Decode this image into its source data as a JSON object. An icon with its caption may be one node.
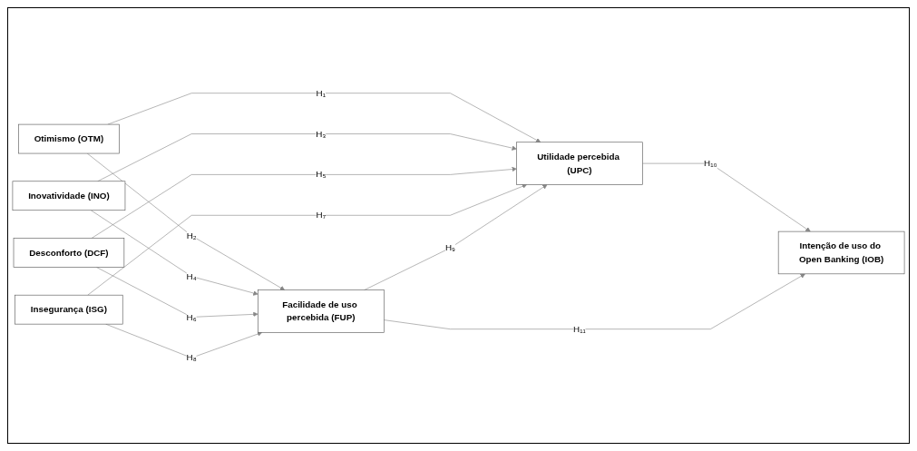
{
  "diagram": {
    "nodes": [
      {
        "text": [
          "Otimismo (OTM)"
        ]
      },
      {
        "text": [
          "Inovatividade (INO)"
        ]
      },
      {
        "text": [
          "Desconforto (DCF)"
        ]
      },
      {
        "text": [
          "Insegurança (ISG)"
        ]
      },
      {
        "text": [
          "Utilidade percebida (UPC)"
        ]
      },
      {
        "text": [
          "Facilidade de uso percebida (FUP)"
        ]
      },
      {
        "text": [
          "Intenção de uso do Open Banking (IOB)"
        ]
      }
    ],
    "edges": [
      {
        "from": 0,
        "to": 4,
        "arrow": "to",
        "label": "H₁"
      },
      {
        "from": 0,
        "to": 5,
        "arrow": "to",
        "label": "H₂"
      },
      {
        "from": 1,
        "to": 4,
        "arrow": "to",
        "label": "H₃"
      },
      {
        "from": 1,
        "to": 5,
        "arrow": "to",
        "label": "H₄"
      },
      {
        "from": 2,
        "to": 4,
        "arrow": "to",
        "label": "H₅"
      },
      {
        "from": 2,
        "to": 5,
        "arrow": "to",
        "label": "H₆"
      },
      {
        "from": 3,
        "to": 4,
        "arrow": "to",
        "label": "H₇"
      },
      {
        "from": 3,
        "to": 5,
        "arrow": "to",
        "label": "H₈"
      },
      {
        "from": 5,
        "to": 4,
        "arrow": "to",
        "label": "H₉"
      },
      {
        "from": 4,
        "to": 6,
        "arrow": "to",
        "label": "H₁₀"
      },
      {
        "from": 5,
        "to": 6,
        "arrow": "to",
        "label": "H₁₁"
      }
    ]
  }
}
